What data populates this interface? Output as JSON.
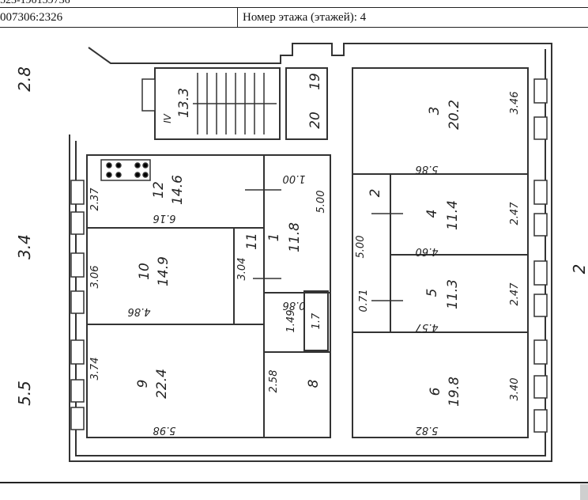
{
  "header": {
    "top_fragment": "523-190159736",
    "cadastral_fragment": "007306:2326",
    "floor_info": "Номер этажа (этажей): 4"
  },
  "plan": {
    "rooms": [
      {
        "id": "1",
        "number": "1",
        "area": "11.8"
      },
      {
        "id": "2",
        "number": "2",
        "area": ""
      },
      {
        "id": "3",
        "number": "3",
        "area": "20.2"
      },
      {
        "id": "4",
        "number": "4",
        "area": "11.4"
      },
      {
        "id": "5",
        "number": "5",
        "area": "11.3"
      },
      {
        "id": "6",
        "number": "6",
        "area": "19.8"
      },
      {
        "id": "8",
        "number": "8",
        "area": ""
      },
      {
        "id": "9",
        "number": "9",
        "area": "22.4"
      },
      {
        "id": "10",
        "number": "10",
        "area": "14.9"
      },
      {
        "id": "11",
        "number": "11",
        "area": ""
      },
      {
        "id": "12",
        "number": "12",
        "area": "14.6"
      }
    ],
    "stair_label": {
      "number": "IV",
      "area": "13.3"
    },
    "stair_numbers": [
      "20",
      "19"
    ],
    "outside_labels": [
      "2.8",
      "3.4",
      "5.5",
      "2"
    ],
    "dimensions": [
      "5.86",
      "3.46",
      "2.47",
      "2.47",
      "3.40",
      "5.82",
      "4.60",
      "4.57",
      "5.00",
      "5.00",
      "2.37",
      "6.16",
      "3.06",
      "4.86",
      "3.74",
      "5.98",
      "3.04",
      "1.49",
      "2.58",
      "0.86",
      "1.00",
      "0.71",
      "1.7"
    ]
  }
}
